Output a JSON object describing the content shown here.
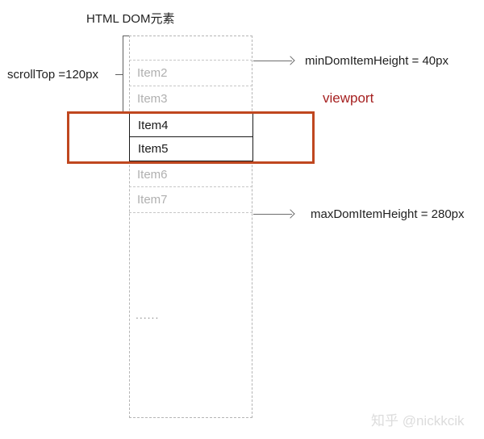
{
  "title": "HTML DOM元素",
  "annotations": {
    "scroll_top": "scrollTop =120px",
    "min_dom_item_height": "minDomItemHeight = 40px",
    "max_dom_item_height": "maxDomItemHeight = 280px",
    "viewport": "viewport",
    "ellipsis": "......"
  },
  "list": {
    "items": [
      {
        "label": "",
        "state": "hidden-above"
      },
      {
        "label": "Item2",
        "state": "rendered-above-viewport"
      },
      {
        "label": "Item3",
        "state": "rendered-above-viewport"
      },
      {
        "label": "Item4",
        "state": "in-viewport"
      },
      {
        "label": "Item5",
        "state": "in-viewport"
      },
      {
        "label": "Item6",
        "state": "rendered-below-viewport"
      },
      {
        "label": "Item7",
        "state": "rendered-below-viewport"
      }
    ]
  },
  "watermark": "知乎 @nickkcik",
  "colors": {
    "viewport_border": "#c0471f",
    "viewport_label_text": "#a62121",
    "hidden_item_text": "#b0b0b0",
    "visible_item_text": "#1a1a1a",
    "dashed_border": "#b5b5b5",
    "arrow_line": "#6e6e6e",
    "watermark_text": "#dcdcdc"
  }
}
